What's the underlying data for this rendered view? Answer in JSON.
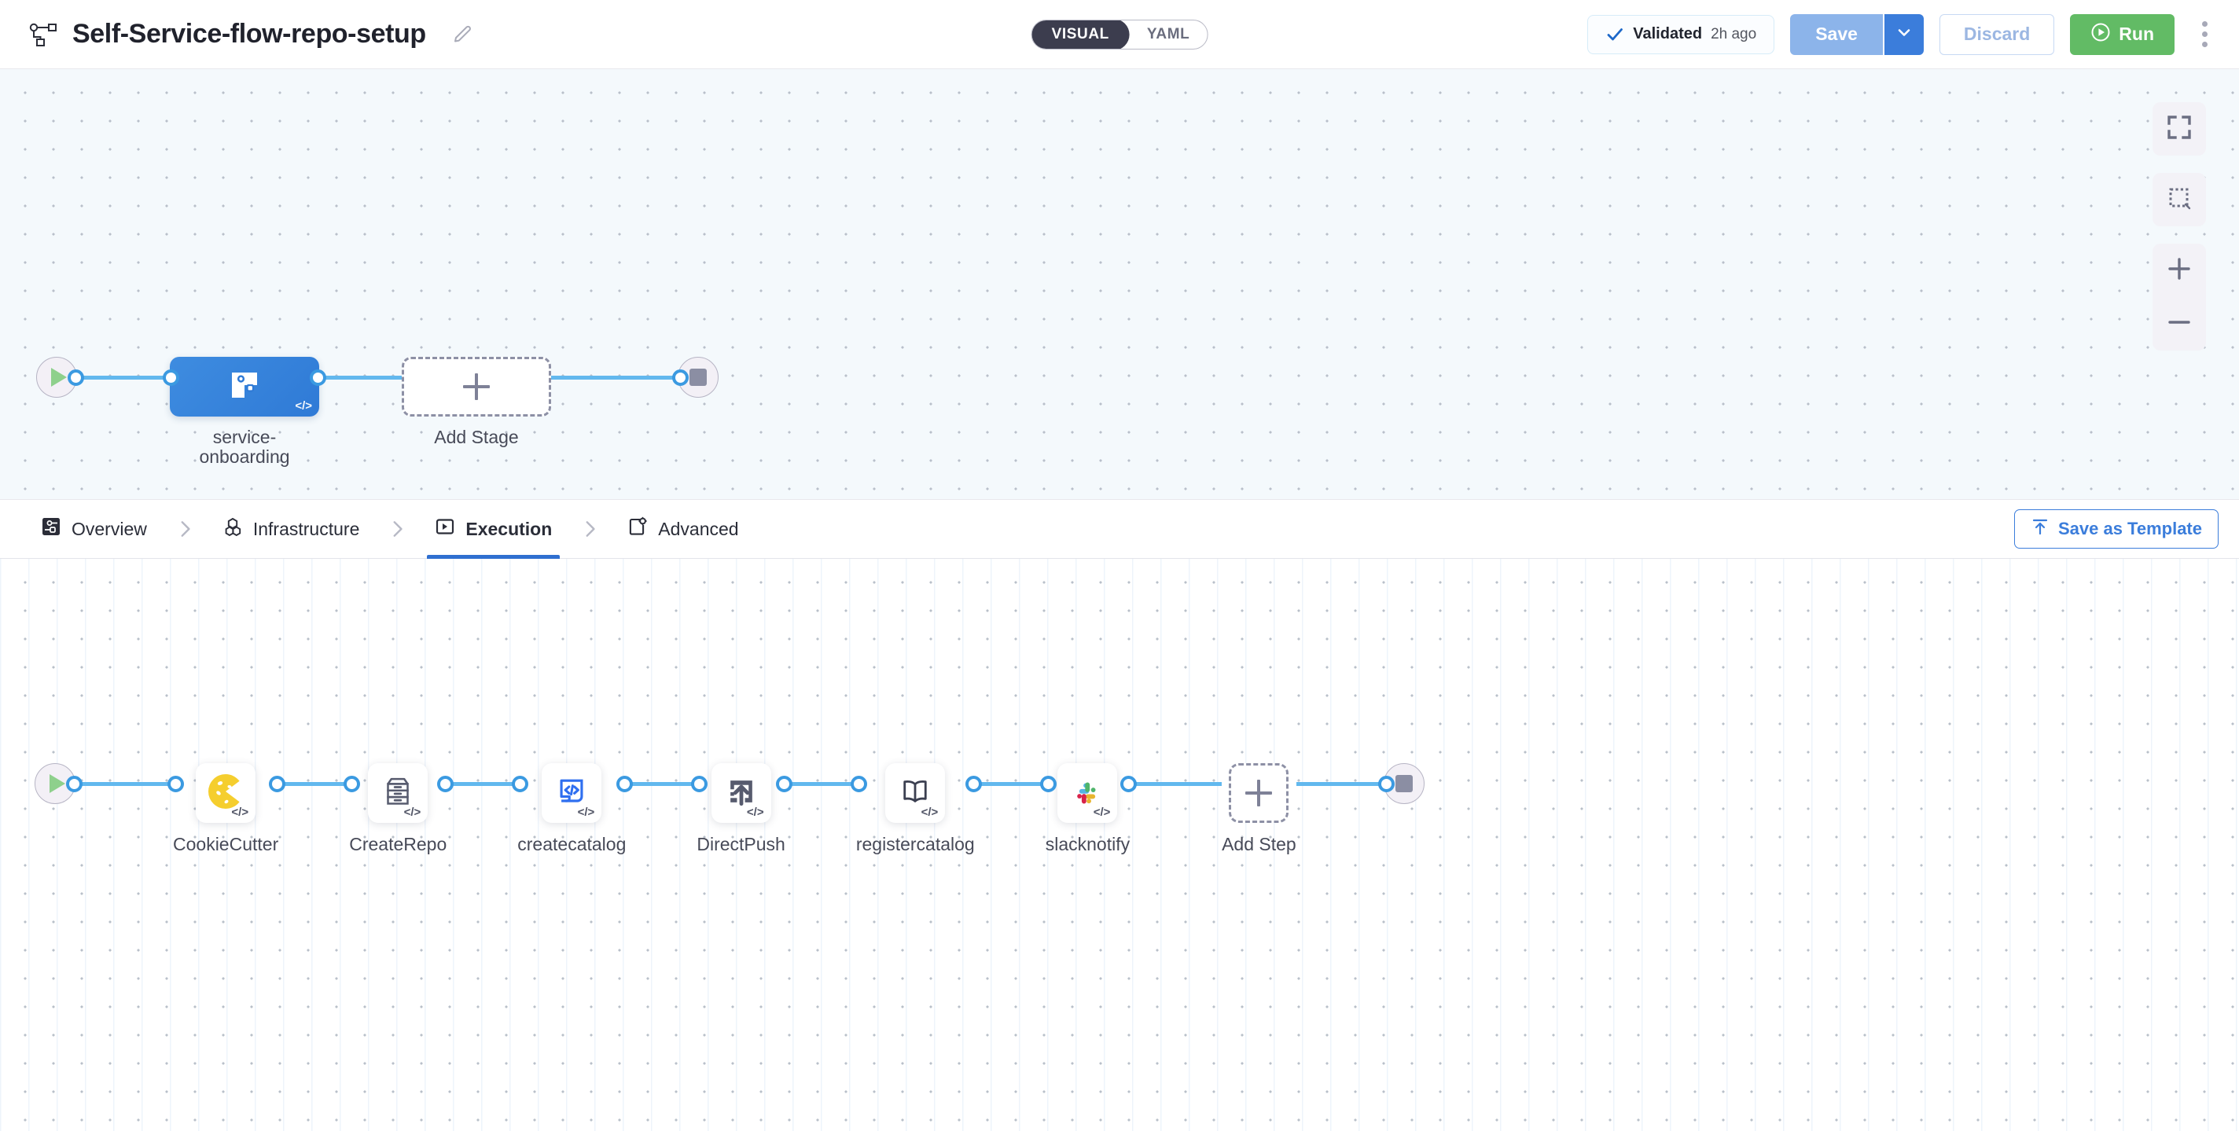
{
  "header": {
    "pipeline_icon": "pipeline-icon",
    "title": "Self-Service-flow-repo-setup",
    "edit_icon": "pencil-icon",
    "mode_toggle": {
      "options": [
        {
          "label": "VISUAL",
          "active": true
        },
        {
          "label": "YAML",
          "active": false
        }
      ]
    },
    "validated": {
      "icon": "check-icon",
      "label": "Validated",
      "time": "2h ago"
    },
    "save_label": "Save",
    "save_caret_icon": "chevron-down-icon",
    "discard_label": "Discard",
    "run_label": "Run",
    "run_icon": "play-circle-icon",
    "more_icon": "kebab-menu-icon"
  },
  "stage_canvas": {
    "start_icon": "play-icon",
    "stop_icon": "stop-icon",
    "stage": {
      "label": "service-\nonboarding",
      "icon": "deployment-stage-icon",
      "code_badge": "</>"
    },
    "add_stage": {
      "label": "Add Stage",
      "icon": "plus-icon"
    },
    "controls": [
      {
        "name": "fit-to-screen-button",
        "icon": "fullscreen-icon"
      },
      {
        "name": "selection-box-button",
        "icon": "dashed-square-icon"
      },
      {
        "name": "zoom-in-button",
        "icon": "plus-icon"
      },
      {
        "name": "zoom-out-button",
        "icon": "minus-icon"
      }
    ]
  },
  "tabs": {
    "items": [
      {
        "label": "Overview",
        "icon": "overview-icon",
        "active": false
      },
      {
        "label": "Infrastructure",
        "icon": "infrastructure-icon",
        "active": false
      },
      {
        "label": "Execution",
        "icon": "execution-icon",
        "active": true
      },
      {
        "label": "Advanced",
        "icon": "advanced-icon",
        "active": false
      }
    ],
    "separator_icon": "chevron-right-icon",
    "save_as_template_label": "Save as Template",
    "save_as_template_icon": "upload-template-icon"
  },
  "step_canvas": {
    "start_icon": "play-icon",
    "stop_icon": "stop-icon",
    "steps": [
      {
        "label": "CookieCutter",
        "icon": "cookie-icon",
        "code_badge": "</>"
      },
      {
        "label": "CreateRepo",
        "icon": "file-cabinet-icon",
        "code_badge": "</>"
      },
      {
        "label": "createcatalog",
        "icon": "code-document-icon",
        "code_badge": "</>"
      },
      {
        "label": "DirectPush",
        "icon": "push-upload-icon",
        "code_badge": "</>"
      },
      {
        "label": "registercatalog",
        "icon": "open-book-icon",
        "code_badge": "</>"
      },
      {
        "label": "slacknotify",
        "icon": "slack-icon",
        "code_badge": "</>"
      }
    ],
    "add_step": {
      "label": "Add Step",
      "icon": "plus-icon"
    }
  },
  "colors": {
    "accent_blue": "#3b7ddb",
    "edge_blue": "#62b8ee",
    "stage_blue": "#2f7ad6",
    "run_green": "#62bb65",
    "cookie_yellow": "#f5ce2e",
    "canvas_tint": "#f4f9fc"
  }
}
